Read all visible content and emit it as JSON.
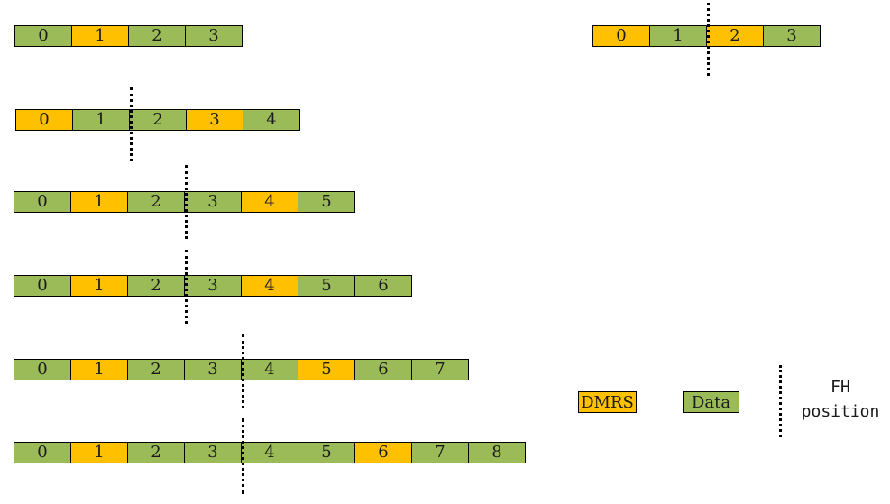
{
  "legend": {
    "dmrs_label": "DMRS",
    "data_label": "Data",
    "fh_line1": "FH",
    "fh_line2": "position"
  },
  "colors": {
    "dmrs": "#ffc000",
    "data": "#9bbb59"
  },
  "rows": [
    {
      "id": "4-symbol-top",
      "cells": [
        {
          "label": "0",
          "type": "data"
        },
        {
          "label": "1",
          "type": "dmrs"
        },
        {
          "label": "2",
          "type": "data"
        },
        {
          "label": "3",
          "type": "data"
        }
      ],
      "fh_after_symbol": null
    },
    {
      "id": "4-symbol-right",
      "cells": [
        {
          "label": "0",
          "type": "dmrs"
        },
        {
          "label": "1",
          "type": "data"
        },
        {
          "label": "2",
          "type": "dmrs"
        },
        {
          "label": "3",
          "type": "data"
        }
      ],
      "fh_after_symbol": 1
    },
    {
      "id": "5-symbol",
      "cells": [
        {
          "label": "0",
          "type": "dmrs"
        },
        {
          "label": "1",
          "type": "data"
        },
        {
          "label": "2",
          "type": "data"
        },
        {
          "label": "3",
          "type": "dmrs"
        },
        {
          "label": "4",
          "type": "data"
        }
      ],
      "fh_after_symbol": 1
    },
    {
      "id": "6-symbol",
      "cells": [
        {
          "label": "0",
          "type": "data"
        },
        {
          "label": "1",
          "type": "dmrs"
        },
        {
          "label": "2",
          "type": "data"
        },
        {
          "label": "3",
          "type": "data"
        },
        {
          "label": "4",
          "type": "dmrs"
        },
        {
          "label": "5",
          "type": "data"
        }
      ],
      "fh_after_symbol": 2
    },
    {
      "id": "7-symbol",
      "cells": [
        {
          "label": "0",
          "type": "data"
        },
        {
          "label": "1",
          "type": "dmrs"
        },
        {
          "label": "2",
          "type": "data"
        },
        {
          "label": "3",
          "type": "data"
        },
        {
          "label": "4",
          "type": "dmrs"
        },
        {
          "label": "5",
          "type": "data"
        },
        {
          "label": "6",
          "type": "data"
        }
      ],
      "fh_after_symbol": 2
    },
    {
      "id": "8-symbol",
      "cells": [
        {
          "label": "0",
          "type": "data"
        },
        {
          "label": "1",
          "type": "dmrs"
        },
        {
          "label": "2",
          "type": "data"
        },
        {
          "label": "3",
          "type": "data"
        },
        {
          "label": "4",
          "type": "data"
        },
        {
          "label": "5",
          "type": "dmrs"
        },
        {
          "label": "6",
          "type": "data"
        },
        {
          "label": "7",
          "type": "data"
        }
      ],
      "fh_after_symbol": 3
    },
    {
      "id": "9-symbol",
      "cells": [
        {
          "label": "0",
          "type": "data"
        },
        {
          "label": "1",
          "type": "dmrs"
        },
        {
          "label": "2",
          "type": "data"
        },
        {
          "label": "3",
          "type": "data"
        },
        {
          "label": "4",
          "type": "data"
        },
        {
          "label": "5",
          "type": "data"
        },
        {
          "label": "6",
          "type": "dmrs"
        },
        {
          "label": "7",
          "type": "data"
        },
        {
          "label": "8",
          "type": "data"
        }
      ],
      "fh_after_symbol": 3
    }
  ]
}
